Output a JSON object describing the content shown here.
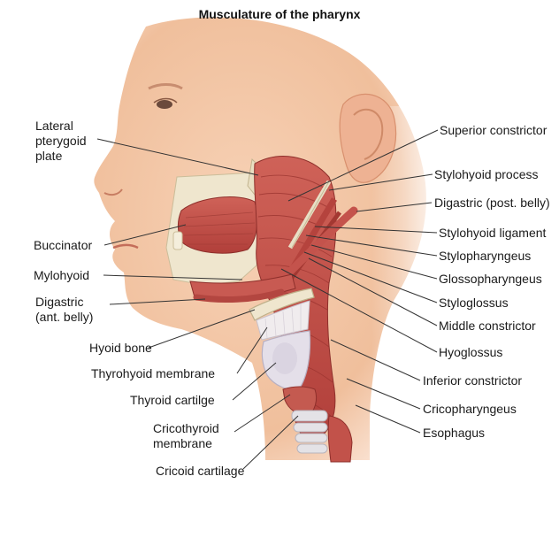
{
  "title": "Musculature of the pharynx",
  "colors": {
    "skin": "#f3c6a4",
    "skin_shadow": "#e3a07c",
    "muscle": "#c0504a",
    "muscle_dark": "#9a332f",
    "bone": "#efe7cf",
    "cartilage": "#e6e1ea",
    "leader": "#333333"
  },
  "labels_left": {
    "lateral_pterygoid": "Lateral\npterygoid\nplate",
    "buccinator": "Buccinator",
    "mylohyoid": "Mylohyoid",
    "digastric_ant": "Digastric\n(ant. belly)",
    "hyoid": "Hyoid bone",
    "thyrohyoid": "Thyrohyoid membrane",
    "thyroid": "Thyroid cartilge",
    "cricothyroid": "Cricothyroid\nmembrane",
    "cricoid": "Cricoid cartilage"
  },
  "labels_right": {
    "superior_constrictor": "Superior constrictor",
    "stylohyoid_process": "Stylohyoid process",
    "digastric_post": "Digastric (post. belly)",
    "stylohyoid_ligament": "Stylohyoid ligament",
    "stylopharyngeus": "Stylopharyngeus",
    "glossopharyngeus": "Glossopharyngeus",
    "styloglossus": "Styloglossus",
    "middle_constrictor": "Middle constrictor",
    "hyoglossus": "Hyoglossus",
    "inferior_constrictor": "Inferior constrictor",
    "cricopharyngeus": "Cricopharyngeus",
    "esophagus": "Esophagus"
  }
}
